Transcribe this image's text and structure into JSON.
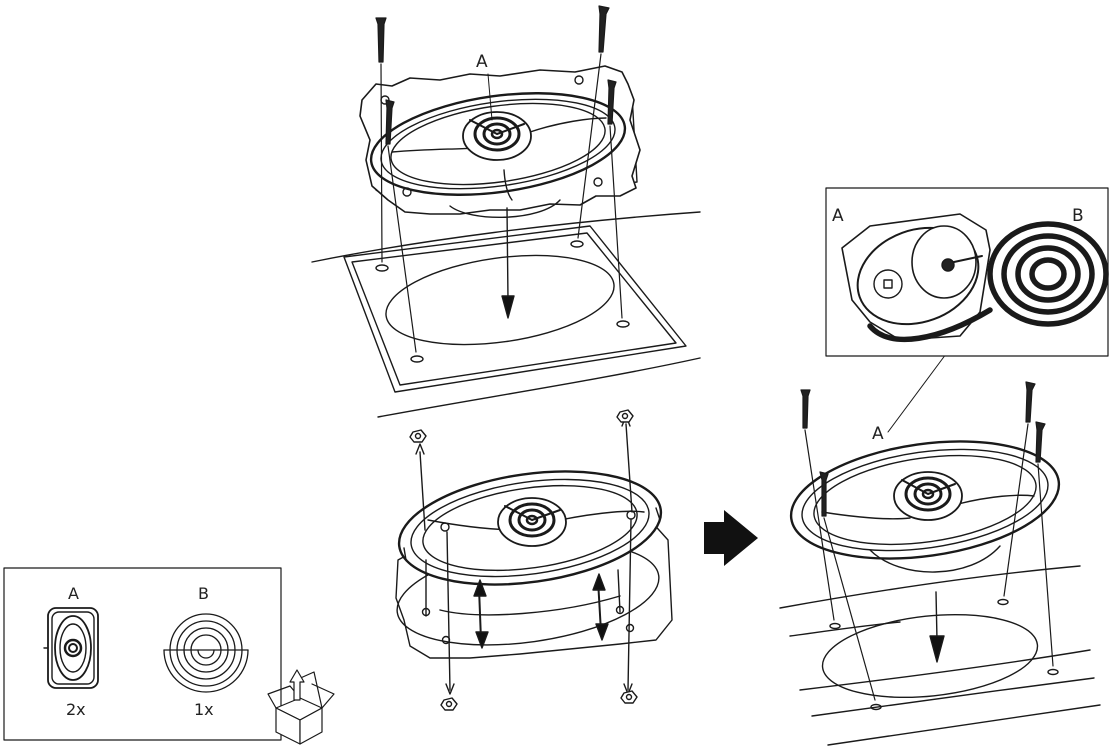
{
  "diagram": {
    "main_label_a": "A",
    "inset": {
      "label_a": "A",
      "label_b": "B"
    },
    "install_label_a": "A",
    "contents": {
      "item_a": {
        "label": "A",
        "qty": "2x"
      },
      "item_b": {
        "label": "B",
        "qty": "1x"
      }
    },
    "colors": {
      "line": "#1a1a1a",
      "fill": "#ffffff",
      "arrow": "#111111"
    }
  }
}
